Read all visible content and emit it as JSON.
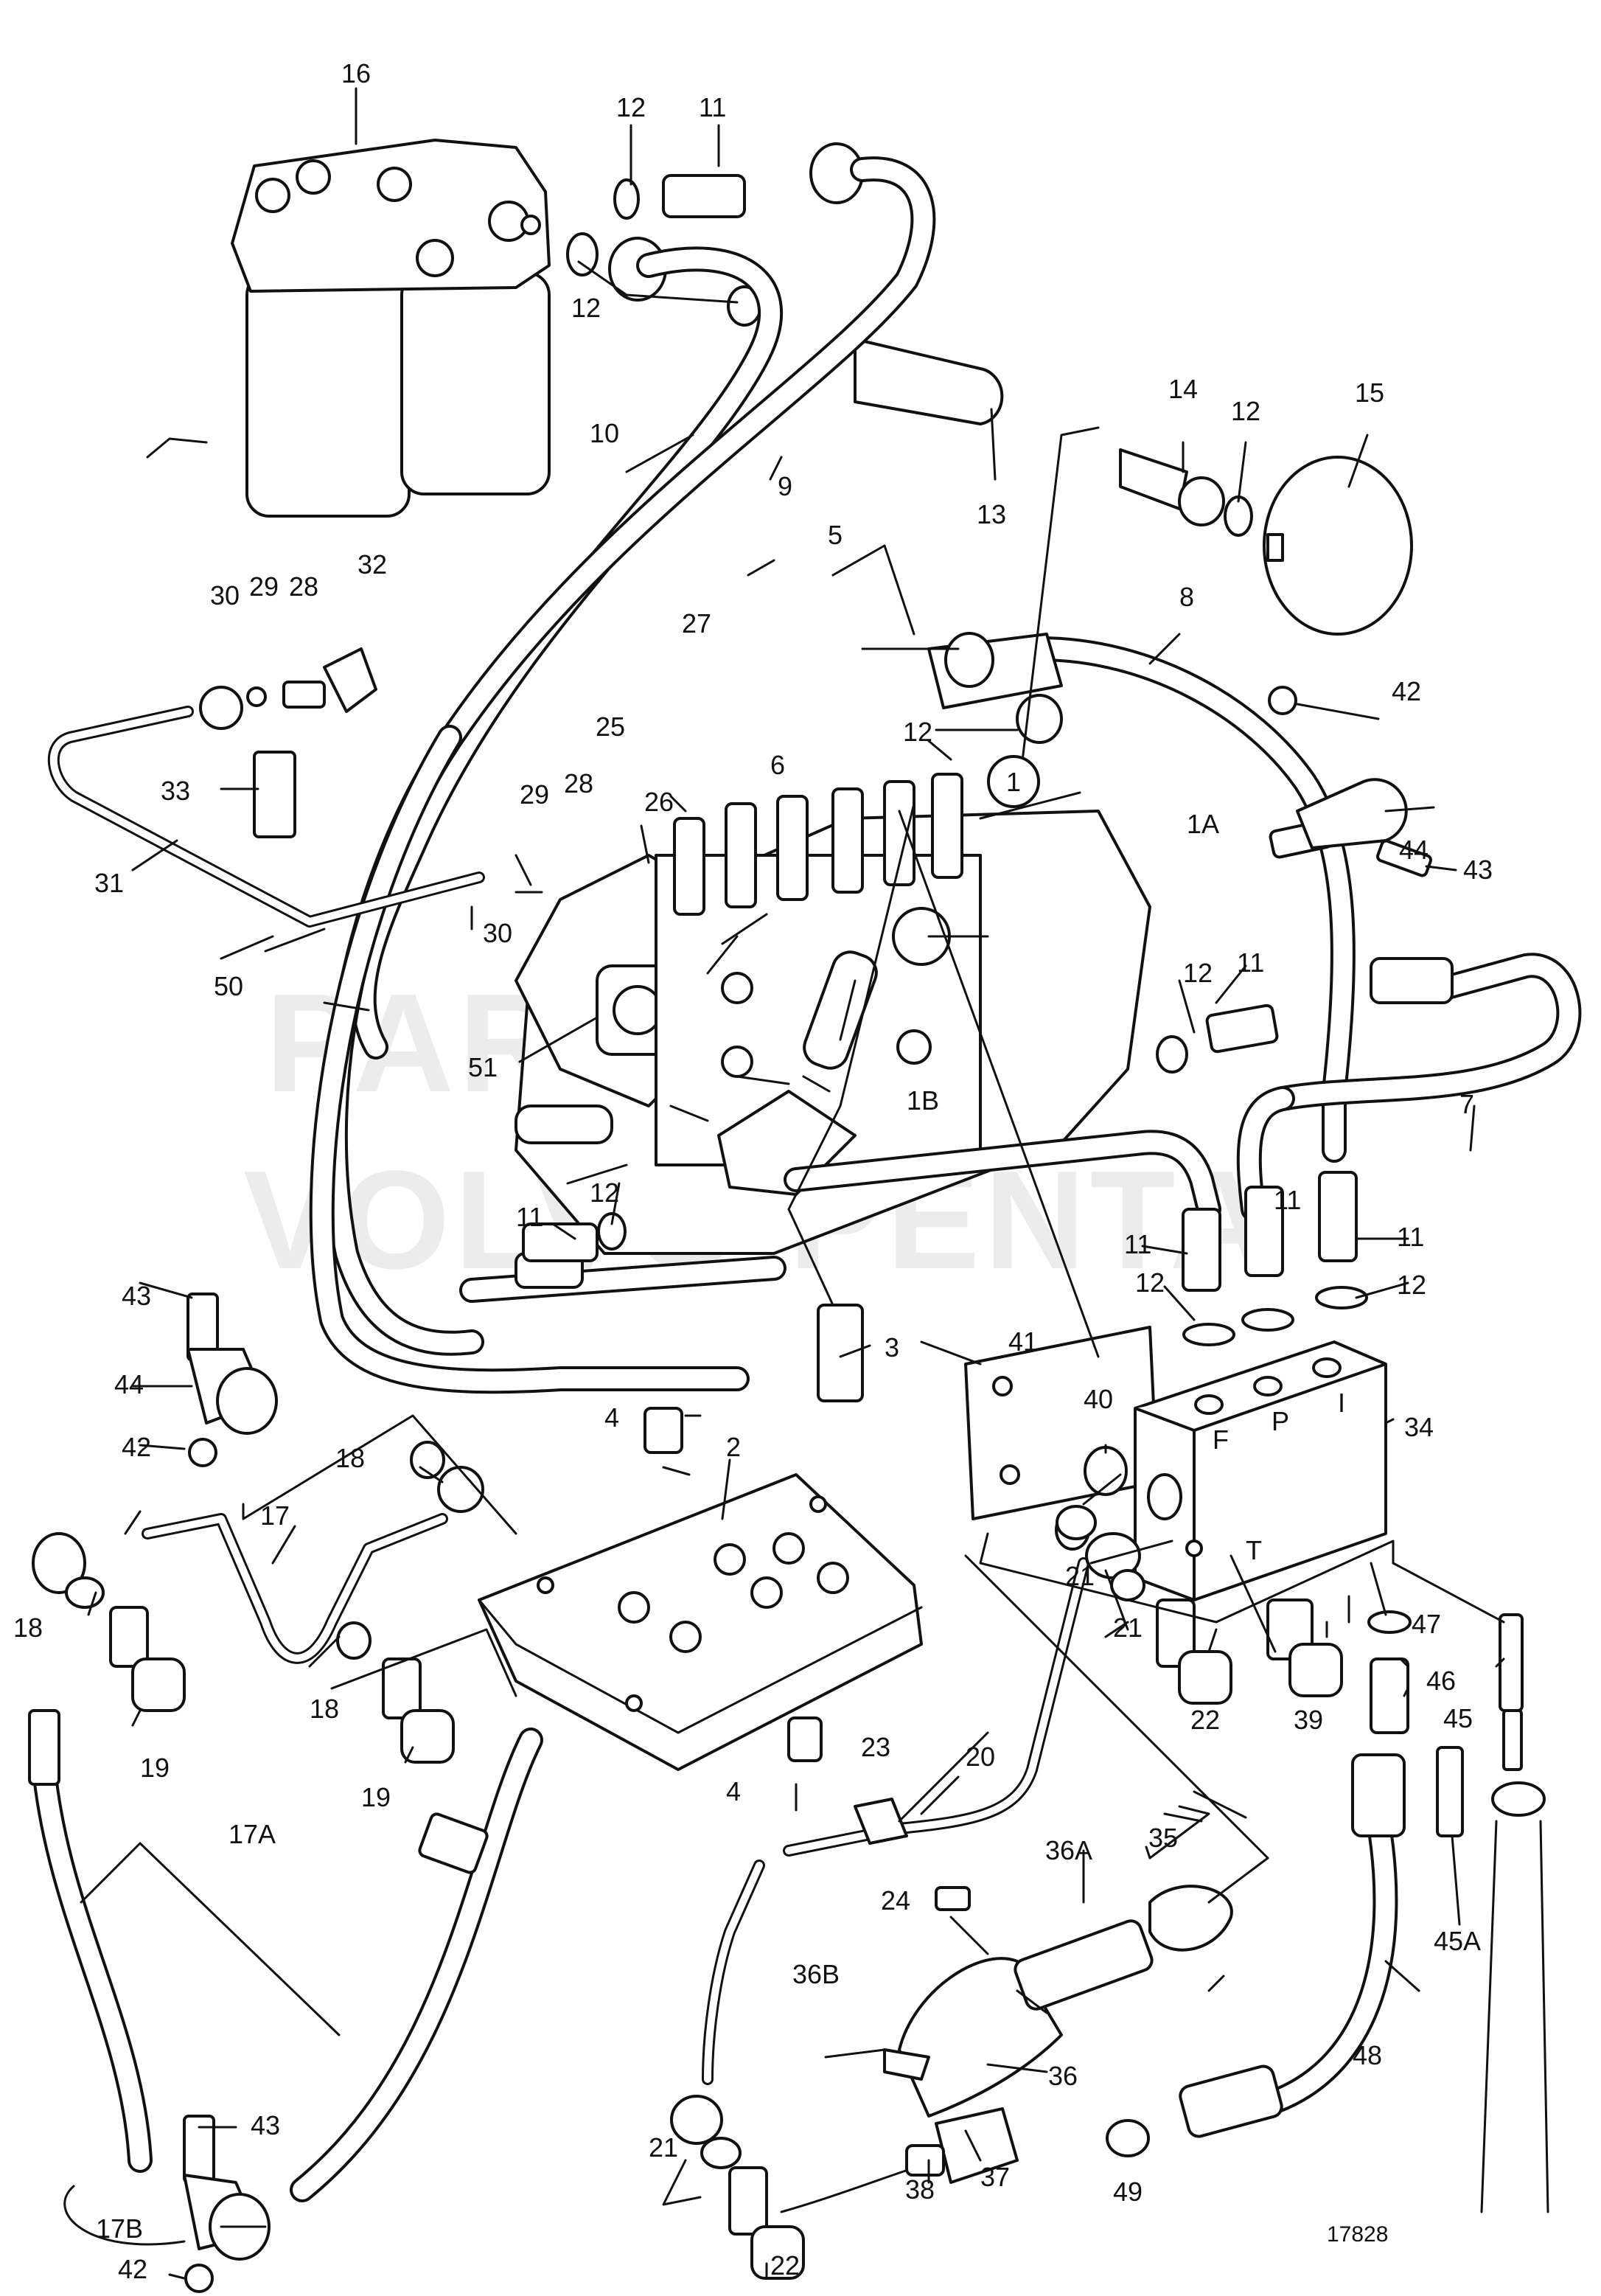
{
  "figure_number": "17828",
  "watermark": [
    "PARTS FOR",
    "VOLVO PENTA"
  ],
  "callouts": {
    "p1": "1",
    "p1A": "1A",
    "p1B": "1B",
    "p2": "2",
    "p3": "3",
    "p4a": "4",
    "p4b": "4",
    "p5": "5",
    "p6": "6",
    "p7": "7",
    "p8": "8",
    "p9": "9",
    "p10": "10",
    "p11a": "11",
    "p11b": "11",
    "p11c": "11",
    "p11d": "11",
    "p11e": "11",
    "p11f": "11",
    "p12a": "12",
    "p12b": "12",
    "p12c": "12",
    "p12d": "12",
    "p12e": "12",
    "p12f": "12",
    "p12g": "12",
    "p12h": "12",
    "p13": "13",
    "p14": "14",
    "p15": "15",
    "p16": "16",
    "p17": "17",
    "p17A": "17A",
    "p17B": "17B",
    "p18a": "18",
    "p18b": "18",
    "p18c": "18",
    "p19a": "19",
    "p19b": "19",
    "p20": "20",
    "p21a": "21",
    "p21b": "21",
    "p21c": "21",
    "p22a": "22",
    "p22b": "22",
    "p23": "23",
    "p24": "24",
    "p25": "25",
    "p26": "26",
    "p27": "27",
    "p28a": "28",
    "p28b": "28",
    "p29a": "29",
    "p29b": "29",
    "p30a": "30",
    "p30b": "30",
    "p31": "31",
    "p32": "32",
    "p33": "33",
    "p34": "34",
    "p35": "35",
    "p36": "36",
    "p36A": "36A",
    "p36B": "36B",
    "p37": "37",
    "p38": "38",
    "p39": "39",
    "p40": "40",
    "p41": "41",
    "p42a": "42",
    "p42b": "42",
    "p42c": "42",
    "p43a": "43",
    "p43b": "43",
    "p43c": "43",
    "p44a": "44",
    "p44b": "44",
    "p45": "45",
    "p45A": "45A",
    "p46": "46",
    "p47": "47",
    "p48": "48",
    "p49": "49",
    "p50": "50",
    "p51": "51"
  },
  "block_ports": {
    "f": "F",
    "p": "P",
    "i": "I",
    "t": "T"
  }
}
